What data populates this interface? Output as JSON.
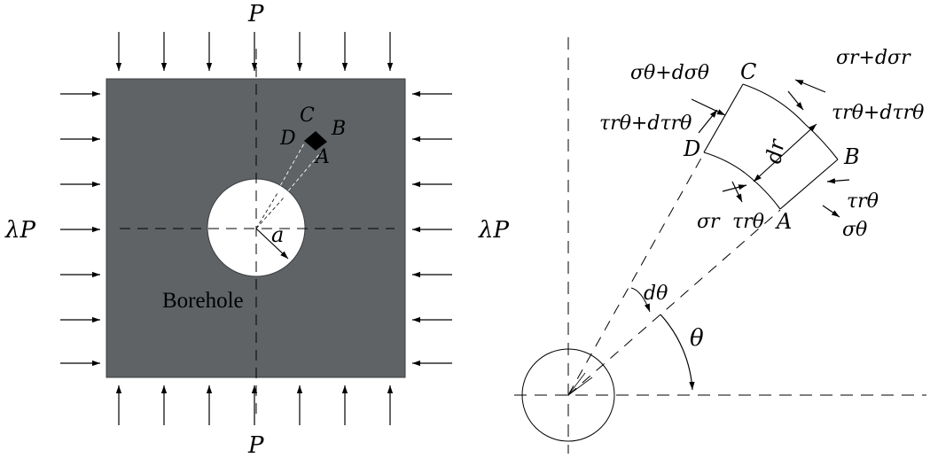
{
  "left_panel": {
    "top_load": "P",
    "bottom_load": "P",
    "left_load": "λP",
    "right_load": "λP",
    "borehole_label": "Borehole",
    "radius_label": "a",
    "corner_labels": {
      "c": "C",
      "d": "D",
      "b": "B",
      "a": "A"
    },
    "colors": {
      "plate": "#5f6366",
      "element": "#000000"
    }
  },
  "right_panel": {
    "corner_labels": {
      "c": "C",
      "d": "D",
      "b": "B",
      "a": "A"
    },
    "dr_label": "dr",
    "theta_label": "θ",
    "dtheta_label": "dθ",
    "stress_labels": {
      "sigma_theta_plus": "σθ+dσθ",
      "tau_rtheta_plus_left": "τrθ+dτrθ",
      "sigma_r_plus": "σr+dσr",
      "tau_rtheta_plus_right": "τrθ+dτrθ",
      "tau_rtheta_right": "τrθ",
      "sigma_theta": "σθ",
      "sigma_r": "σr",
      "tau_rtheta_bottom": "τrθ"
    }
  }
}
